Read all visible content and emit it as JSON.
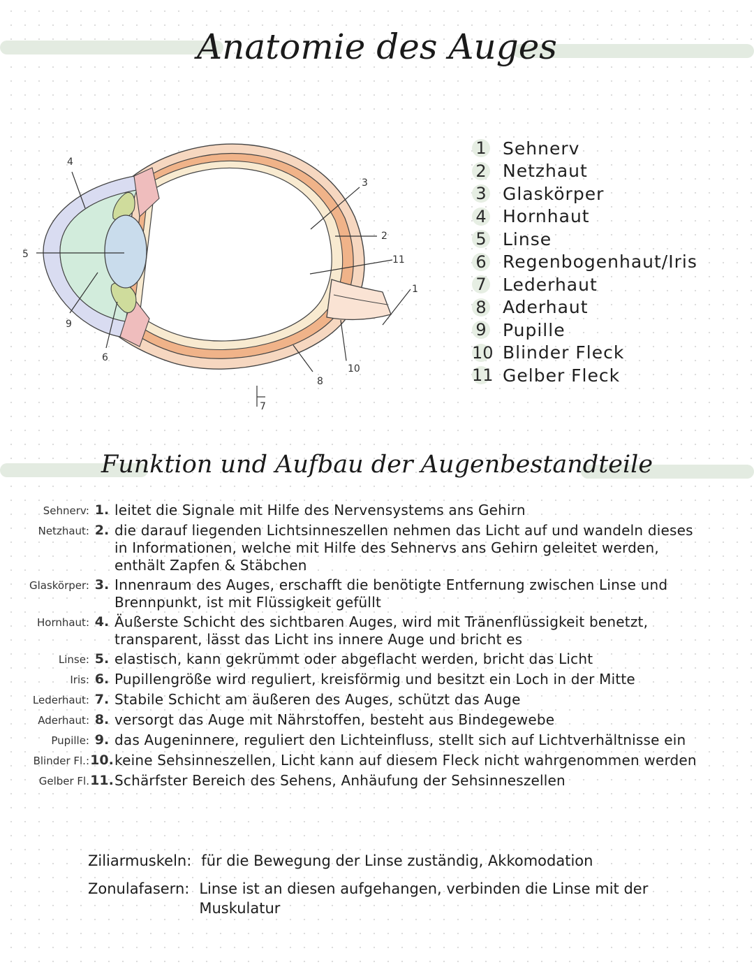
{
  "header": {
    "title": "Anatomie des Auges"
  },
  "diagram": {
    "callouts": [
      "1",
      "2",
      "3",
      "4",
      "5",
      "6",
      "7",
      "8",
      "9",
      "10",
      "11"
    ],
    "colors": {
      "cornea": "#d9dcf1",
      "aqueous": "#d2ecdc",
      "lens": "#c9dcec",
      "ciliary": "#cfdc9c",
      "iris_red": "#efbdbd",
      "sclera": "#f6d7c0",
      "choroid": "#f0b389",
      "retina": "#f8ead0",
      "nerve": "#fae3d4",
      "vitreous": "#ffffff"
    }
  },
  "legend": [
    {
      "num": "1",
      "label": "Sehnerv"
    },
    {
      "num": "2",
      "label": "Netzhaut"
    },
    {
      "num": "3",
      "label": "Glaskörper"
    },
    {
      "num": "4",
      "label": "Hornhaut"
    },
    {
      "num": "5",
      "label": "Linse"
    },
    {
      "num": "6",
      "label": "Regenbogenhaut/Iris"
    },
    {
      "num": "7",
      "label": "Lederhaut"
    },
    {
      "num": "8",
      "label": "Aderhaut"
    },
    {
      "num": "9",
      "label": "Pupille"
    },
    {
      "num": "10",
      "label": "Blinder Fleck"
    },
    {
      "num": "11",
      "label": "Gelber Fleck"
    }
  ],
  "section": {
    "title": "Funktion und Aufbau der Augenbestandteile"
  },
  "functions": [
    {
      "term": "Sehnerv:",
      "num": "1.",
      "text": "leitet die Signale mit Hilfe des Nervensystems ans Gehirn"
    },
    {
      "term": "Netzhaut:",
      "num": "2.",
      "text": "die darauf liegenden Lichtsinneszellen nehmen das Licht auf und wandeln dieses in Informationen, welche mit Hilfe des Sehnervs ans Gehirn geleitet werden, enthält Zapfen & Stäbchen"
    },
    {
      "term": "Glaskörper:",
      "num": "3.",
      "text": "Innenraum des Auges, erschafft die benötigte Entfernung zwischen Linse und Brennpunkt, ist mit Flüssigkeit gefüllt"
    },
    {
      "term": "Hornhaut:",
      "num": "4.",
      "text": "Äußerste Schicht des sichtbaren Auges, wird mit Tränenflüssigkeit benetzt, transparent, lässt das Licht ins innere Auge und bricht es"
    },
    {
      "term": "Linse:",
      "num": "5.",
      "text": "elastisch, kann gekrümmt oder abgeflacht werden, bricht das Licht"
    },
    {
      "term": "Iris:",
      "num": "6.",
      "text": "Pupillengröße wird reguliert, kreisförmig und besitzt ein Loch in der Mitte"
    },
    {
      "term": "Lederhaut:",
      "num": "7.",
      "text": "Stabile Schicht am äußeren des Auges, schützt das Auge"
    },
    {
      "term": "Aderhaut:",
      "num": "8.",
      "text": "versorgt das Auge mit Nährstoffen, besteht aus Bindegewebe"
    },
    {
      "term": "Pupille:",
      "num": "9.",
      "text": "das Augeninnere, reguliert den Lichteinfluss, stellt sich auf Lichtverhältnisse ein"
    },
    {
      "term": "Blinder Fl.:",
      "num": "10.",
      "text": "keine Sehsinneszellen, Licht kann auf diesem Fleck nicht wahrgenommen werden"
    },
    {
      "term": "Gelber Fl.",
      "num": "11.",
      "text": "Schärfster Bereich des Sehens, Anhäufung der Sehsinneszellen"
    }
  ],
  "extras": [
    {
      "term": "Ziliarmuskeln:",
      "text": "für die Bewegung der Linse zuständig, Akkomodation"
    },
    {
      "term": "Zonulafasern:",
      "text": "Linse ist an diesen aufgehangen, verbinden die Linse mit der Muskulatur"
    }
  ]
}
